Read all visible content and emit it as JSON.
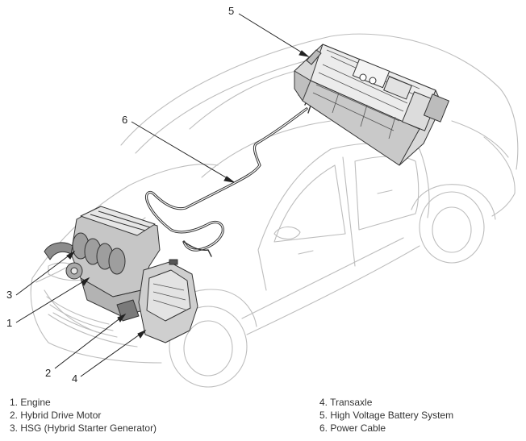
{
  "callouts": {
    "c1": "1",
    "c2": "2",
    "c3": "3",
    "c4": "4",
    "c5": "5",
    "c6": "6"
  },
  "legend": {
    "left": [
      "1. Engine",
      "2. Hybrid Drive Motor",
      "3. HSG (Hybrid Starter Generator)"
    ],
    "right": [
      "4. Transaxle",
      "5. High Voltage Battery System",
      "6. Power Cable"
    ]
  }
}
